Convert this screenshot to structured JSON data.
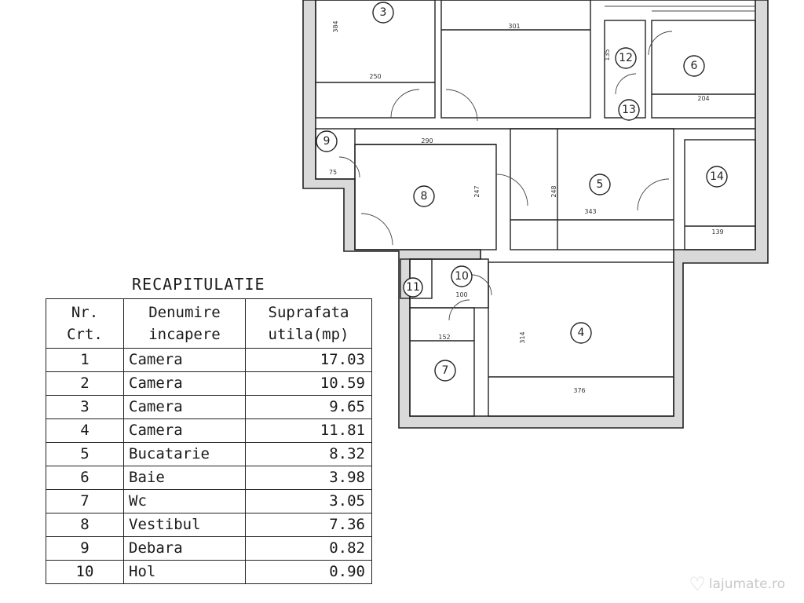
{
  "plan": {
    "rooms": [
      {
        "id": "1",
        "label": "3"
      },
      {
        "id": "2",
        "label": "12"
      },
      {
        "id": "3",
        "label": "6"
      },
      {
        "id": "4",
        "label": "13"
      },
      {
        "id": "5",
        "label": "9"
      },
      {
        "id": "6",
        "label": "8"
      },
      {
        "id": "7",
        "label": "5"
      },
      {
        "id": "8",
        "label": "14"
      },
      {
        "id": "9",
        "label": "10"
      },
      {
        "id": "10",
        "label": "11"
      },
      {
        "id": "11",
        "label": "4"
      },
      {
        "id": "12",
        "label": "7"
      }
    ],
    "dimensions": {
      "d250": "250",
      "d301": "301",
      "d204": "204",
      "d290": "290",
      "d343": "343",
      "d139": "139",
      "d376": "376",
      "d152": "152",
      "d100": "100",
      "d75": "75",
      "d247": "247",
      "d248": "248",
      "d384": "384",
      "d135": "135",
      "d314": "314"
    }
  },
  "recap": {
    "title": "RECAPITULATIE",
    "headers": {
      "nr_line1": "Nr.",
      "nr_line2": "Crt.",
      "name_line1": "Denumire",
      "name_line2": "incapere",
      "area_line1": "Suprafata",
      "area_line2": "utila(mp)"
    },
    "rows": [
      {
        "nr": "1",
        "name": "Camera",
        "area": "17.03"
      },
      {
        "nr": "2",
        "name": "Camera",
        "area": "10.59"
      },
      {
        "nr": "3",
        "name": "Camera",
        "area": "9.65"
      },
      {
        "nr": "4",
        "name": "Camera",
        "area": "11.81"
      },
      {
        "nr": "5",
        "name": "Bucatarie",
        "area": "8.32"
      },
      {
        "nr": "6",
        "name": "Baie",
        "area": "3.98"
      },
      {
        "nr": "7",
        "name": "Wc",
        "area": "3.05"
      },
      {
        "nr": "8",
        "name": "Vestibul",
        "area": "7.36"
      },
      {
        "nr": "9",
        "name": "Debara",
        "area": "0.82"
      },
      {
        "nr": "10",
        "name": "Hol",
        "area": "0.90"
      }
    ]
  },
  "watermark": {
    "text": "lajumate.ro",
    "icon": "heart-icon"
  }
}
